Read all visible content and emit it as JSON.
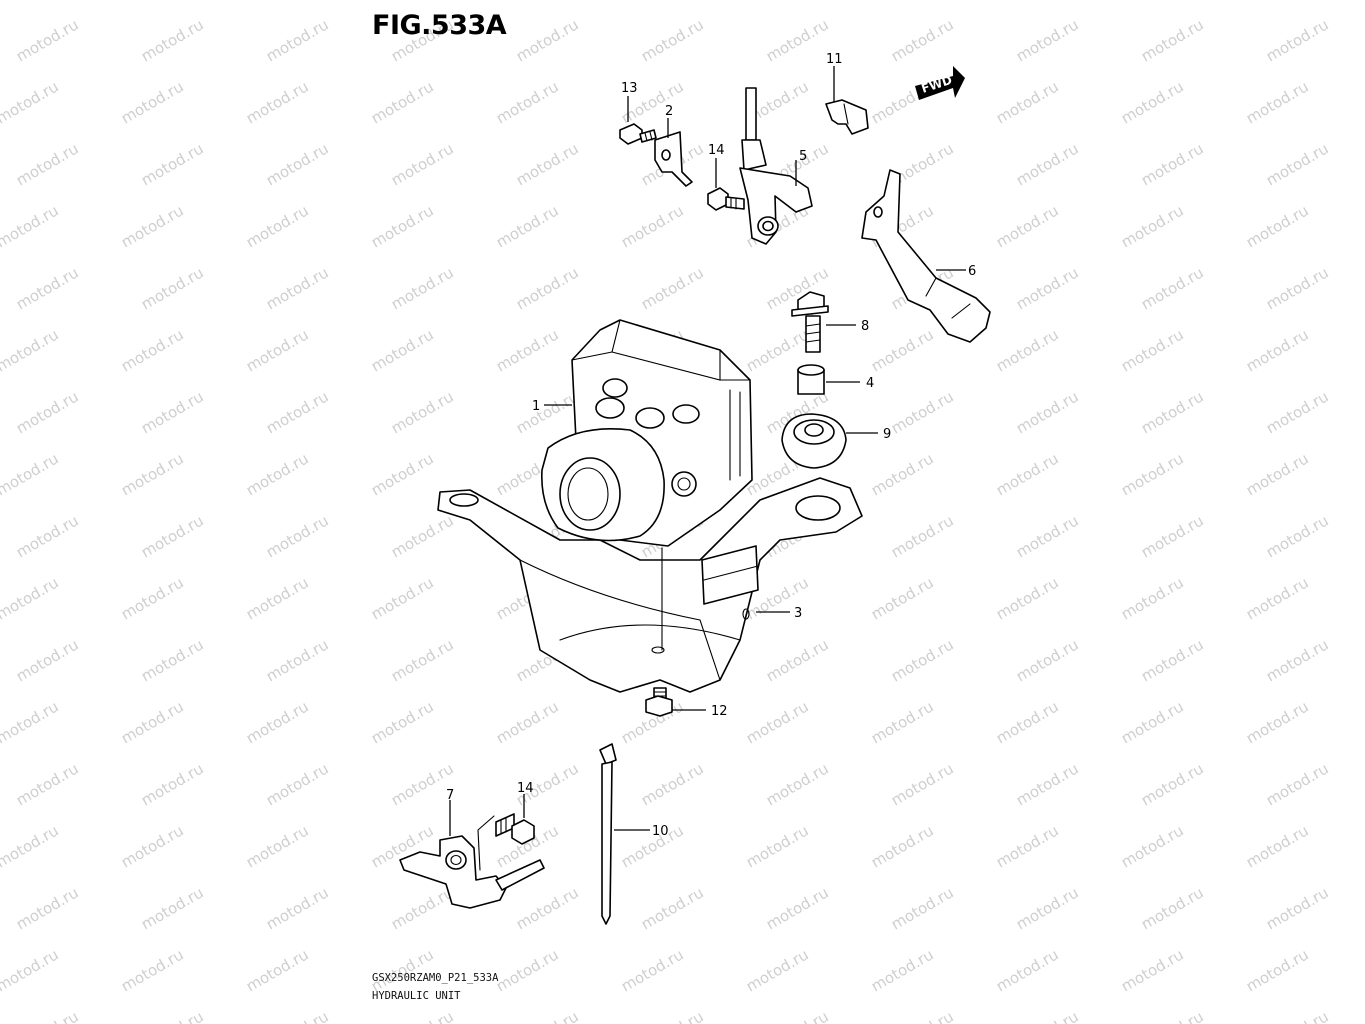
{
  "figure": {
    "title": "FIG.533A",
    "model_code": "GSX250RZAM0_P21_533A",
    "caption": "HYDRAULIC UNIT",
    "fwd_label": "FWD",
    "watermark": "motod.ru"
  },
  "callouts": [
    {
      "id": "c1",
      "label": "1"
    },
    {
      "id": "c2",
      "label": "2"
    },
    {
      "id": "c3",
      "label": "3"
    },
    {
      "id": "c4",
      "label": "4"
    },
    {
      "id": "c5",
      "label": "5"
    },
    {
      "id": "c6",
      "label": "6"
    },
    {
      "id": "c7",
      "label": "7"
    },
    {
      "id": "c8",
      "label": "8"
    },
    {
      "id": "c9",
      "label": "9"
    },
    {
      "id": "c10",
      "label": "10"
    },
    {
      "id": "c11",
      "label": "11"
    },
    {
      "id": "c12",
      "label": "12"
    },
    {
      "id": "c13",
      "label": "13"
    },
    {
      "id": "c14a",
      "label": "14"
    },
    {
      "id": "c14b",
      "label": "14"
    }
  ]
}
